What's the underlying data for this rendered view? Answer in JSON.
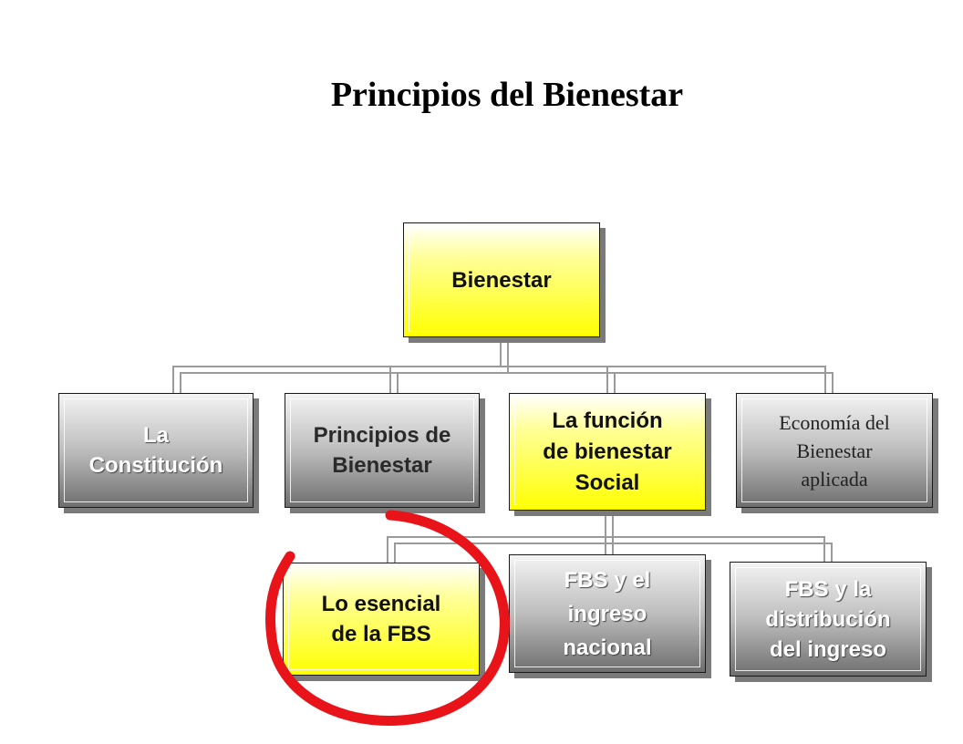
{
  "title": "Principios del Bienestar",
  "nodes": {
    "root": {
      "label": "Bienestar"
    },
    "constitucion": {
      "label": "La\nConstitución"
    },
    "principios": {
      "label": "Principios de\nBienestar"
    },
    "funcion": {
      "label": "La función\nde bienestar\nSocial"
    },
    "economia": {
      "label": "Economía del\nBienestar\naplicada"
    },
    "esencial": {
      "label": "Lo esencial\nde la FBS"
    },
    "ingreso": {
      "label": "FBS y el\ningreso\nnacional"
    },
    "distribucion": {
      "label": "FBS y la\ndistribución\ndel ingreso"
    }
  },
  "colors": {
    "highlight": "#ffff00",
    "circle": "#e8141a"
  }
}
